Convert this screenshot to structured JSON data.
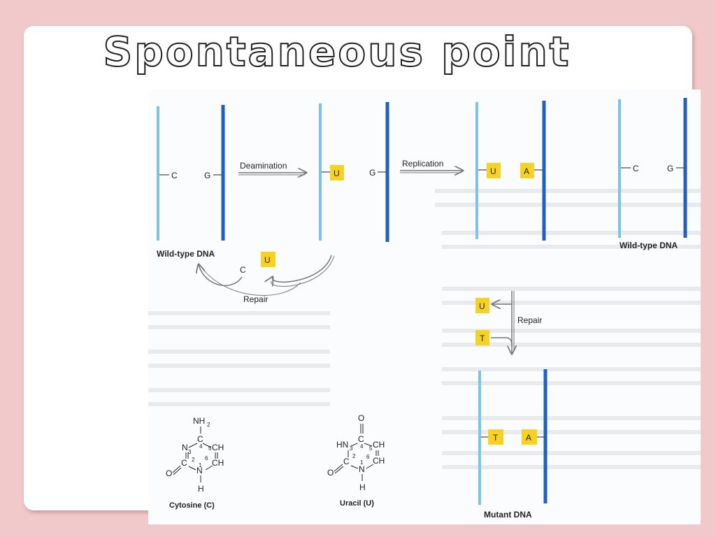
{
  "title": "Spontaneous point mutation",
  "colors": {
    "light_strand": "#7cc3ea",
    "dark_strand": "#1f5fc8",
    "highlight": "#f7d21e",
    "background": "#f2c9cb"
  },
  "panels": {
    "wildtype1": {
      "left_base": "C",
      "right_base": "G",
      "caption": "Wild-type DNA"
    },
    "deaminated": {
      "left_base": "U",
      "right_base": "G"
    },
    "replicated": {
      "left_base": "U",
      "right_base": "A"
    },
    "wildtype2": {
      "left_base": "C",
      "right_base": "G",
      "caption": "Wild-type DNA"
    },
    "mutant": {
      "left_base": "T",
      "right_base": "A",
      "caption": "Mutant DNA"
    }
  },
  "arrows": {
    "deamination": "Deamination",
    "replication": "Replication",
    "repair_top": "Repair",
    "repair_right": "Repair"
  },
  "repair_cycle": {
    "removed": "U",
    "inserted": "C"
  },
  "repair_branch": {
    "top": "U",
    "bottom": "T"
  },
  "structures": {
    "cytosine": {
      "name": "Cytosine (C)",
      "substituent": "NH",
      "sub_index": "2",
      "c4": "C",
      "c4_num": "4",
      "n3": "N",
      "n3_num": "3",
      "c5_num": "5",
      "ch5": "CH",
      "c2_num": "2",
      "c6_num": "6",
      "ch6": "CH",
      "c2": "C",
      "n1_num": "1",
      "o": "O",
      "n1": "N",
      "h": "H"
    },
    "uracil": {
      "name": "Uracil (U)",
      "o_top": "O",
      "c4": "C",
      "c4_num": "4",
      "hn": "HN",
      "n3_num": "3",
      "c5_num": "5",
      "ch5": "CH",
      "c2_num": "2",
      "c6_num": "6",
      "ch6": "CH",
      "c2": "C",
      "n1_num": "1",
      "o": "O",
      "n1": "N",
      "h": "H"
    }
  }
}
